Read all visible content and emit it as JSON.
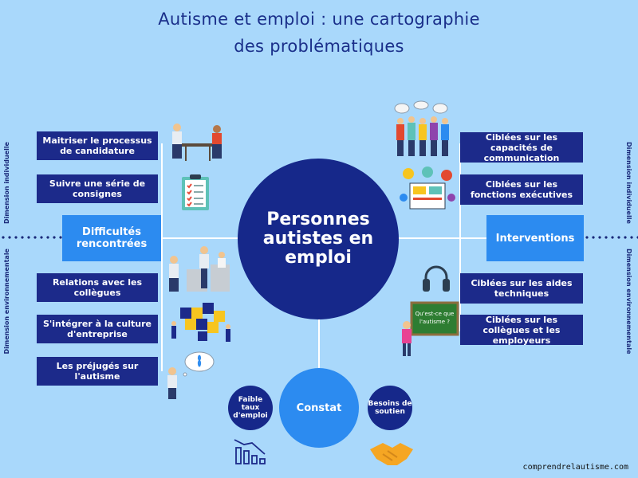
{
  "title": {
    "line1": "Autisme et emploi : une cartographie",
    "line2": "des problématiques"
  },
  "center": "Personnes autistes en emploi",
  "left_hub": "Difficultés rencontrées",
  "right_hub": "Interventions",
  "left_items": [
    "Maitriser le processus de candidature",
    "Suivre une série de consignes",
    "Relations avec les collègues",
    "S'intégrer à la culture d'entreprise",
    "Les préjugés sur l'autisme"
  ],
  "right_items": [
    "Ciblées sur les capacités de communication",
    "Ciblées sur les fonctions exécutives",
    "Ciblées sur les aides techniques",
    "Ciblées sur les collègues et les employeurs"
  ],
  "constat": {
    "label": "Constat",
    "left": "Faible taux d'emploi",
    "right": "Besoins de soutien"
  },
  "side_labels": {
    "individual": "Dimension individuelle",
    "environmental": "Dimension environnementale"
  },
  "chalkboard_text": "Qu'est-ce que l'autisme ?",
  "footer": "comprendrelautisme.com",
  "colors": {
    "background": "#a9d8fb",
    "navy": "#16288a",
    "blue": "#2c8bf0",
    "title": "#1a2f8a"
  }
}
